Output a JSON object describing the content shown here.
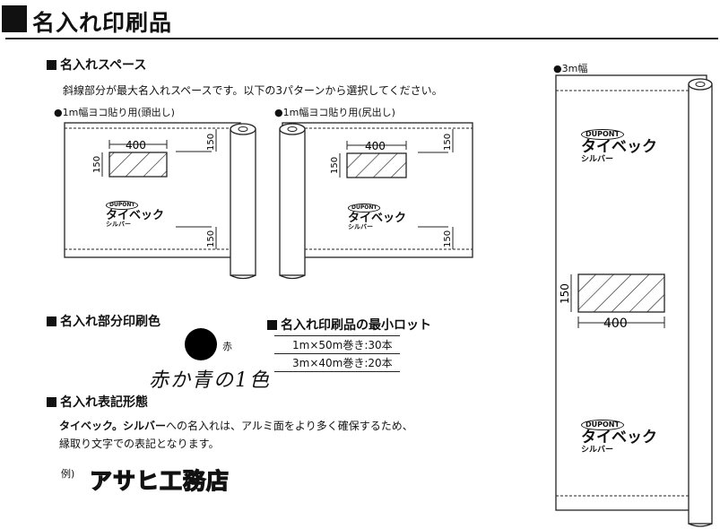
{
  "page_title": "名入れ印刷品",
  "space_section": {
    "heading": "名入れスペース",
    "note": "斜線部分が最大名入れスペースです。以下の3パターンから選択してください。",
    "pattern_left": "1m幅ヨコ貼り用(頭出し)",
    "pattern_mid": "1m幅ヨコ貼り用(尻出し)",
    "pattern_right": "3m幅"
  },
  "dims": {
    "width": "400",
    "height": "150"
  },
  "product_logo": {
    "badge": "DUPONT",
    "name": "タイベック",
    "sub": "シルバー"
  },
  "color_section": {
    "heading": "名入れ部分印刷色",
    "swatch_label": "赤",
    "handwritten_note": "赤か青の1色",
    "swatch_color": "#000000"
  },
  "lot_section": {
    "heading": "名入れ印刷品の最小ロット",
    "rows": [
      "1m×50m巻き:30本",
      "3m×40m巻き:20本"
    ]
  },
  "format_section": {
    "heading": "名入れ表記形態",
    "line1_brand": "タイベック。シルバー",
    "line1_rest": "への名入れは、アルミ面をより多く確保するため、",
    "line2": "縁取り文字での表記となります。",
    "example_label": "例)",
    "example_name": "アサヒ工務店"
  }
}
